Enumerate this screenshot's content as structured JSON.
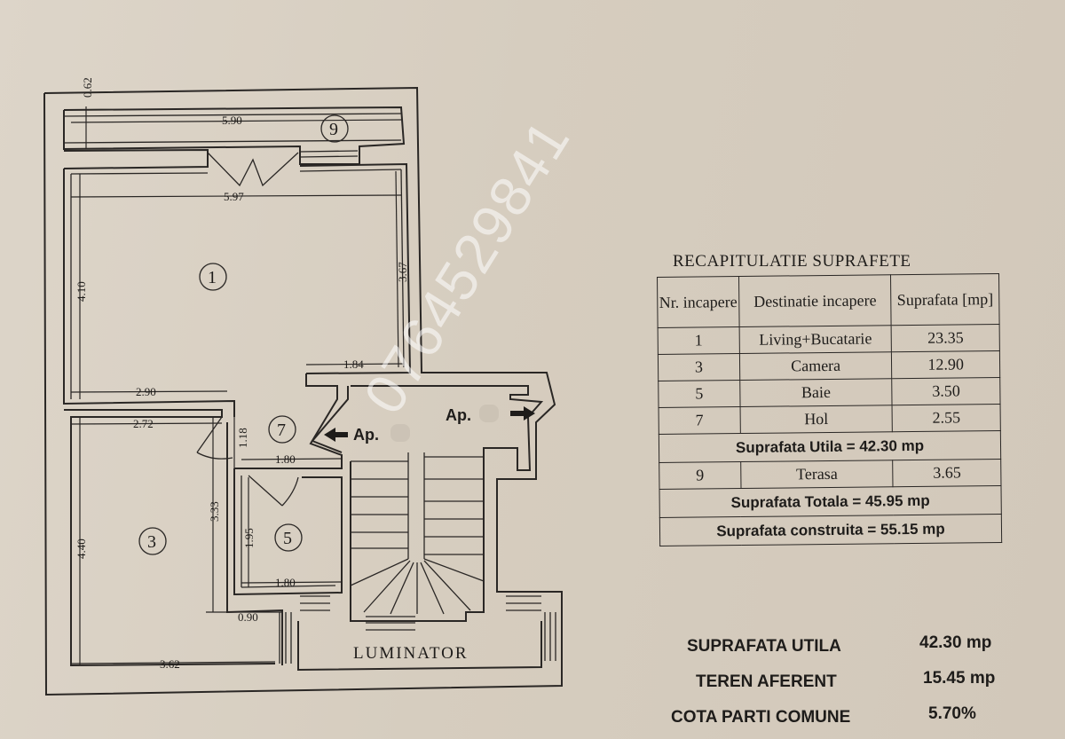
{
  "plan": {
    "dimensions": {
      "d062": "0.62",
      "d590": "5.90",
      "d597": "5.97",
      "d410": "4.10",
      "d367": "3.67",
      "d184": "1.84",
      "d290": "2.90",
      "d272": "2.72",
      "d118": "1.18",
      "d180a": "1.80",
      "d333": "3.33",
      "d195": "1.95",
      "d180b": "1.80",
      "d440": "4.40",
      "d090": "0.90",
      "d362": "3.62"
    },
    "rooms": {
      "r1": "1",
      "r3": "3",
      "r5": "5",
      "r7": "7",
      "r9": "9"
    },
    "apartment_left": "Ap.",
    "apartment_right": "Ap.",
    "luminator": "LUMINATOR"
  },
  "recap": {
    "title": "RECAPITULATIE SUPRAFETE",
    "headers": {
      "nr": "Nr. incapere",
      "dest": "Destinatie incapere",
      "supr": "Suprafata [mp]"
    },
    "rows": [
      {
        "nr": "1",
        "dest": "Living+Bucatarie",
        "supr": "23.35"
      },
      {
        "nr": "3",
        "dest": "Camera",
        "supr": "12.90"
      },
      {
        "nr": "5",
        "dest": "Baie",
        "supr": "3.50"
      },
      {
        "nr": "7",
        "dest": "Hol",
        "supr": "2.55"
      }
    ],
    "utila_row": "Suprafata Utila = 42.30 mp",
    "terasa": {
      "nr": "9",
      "dest": "Terasa",
      "supr": "3.65"
    },
    "totala_row": "Suprafata Totala = 45.95 mp",
    "construita_row": "Suprafata construita = 55.15 mp"
  },
  "summary": {
    "utila_label": "SUPRAFATA UTILA",
    "utila_value": "42.30 mp",
    "teren_label": "TEREN  AFERENT",
    "teren_value": "15.45 mp",
    "cota_label": "COTA  PARTI COMUNE",
    "cota_value": "5.70%"
  },
  "watermark": "0764529841"
}
